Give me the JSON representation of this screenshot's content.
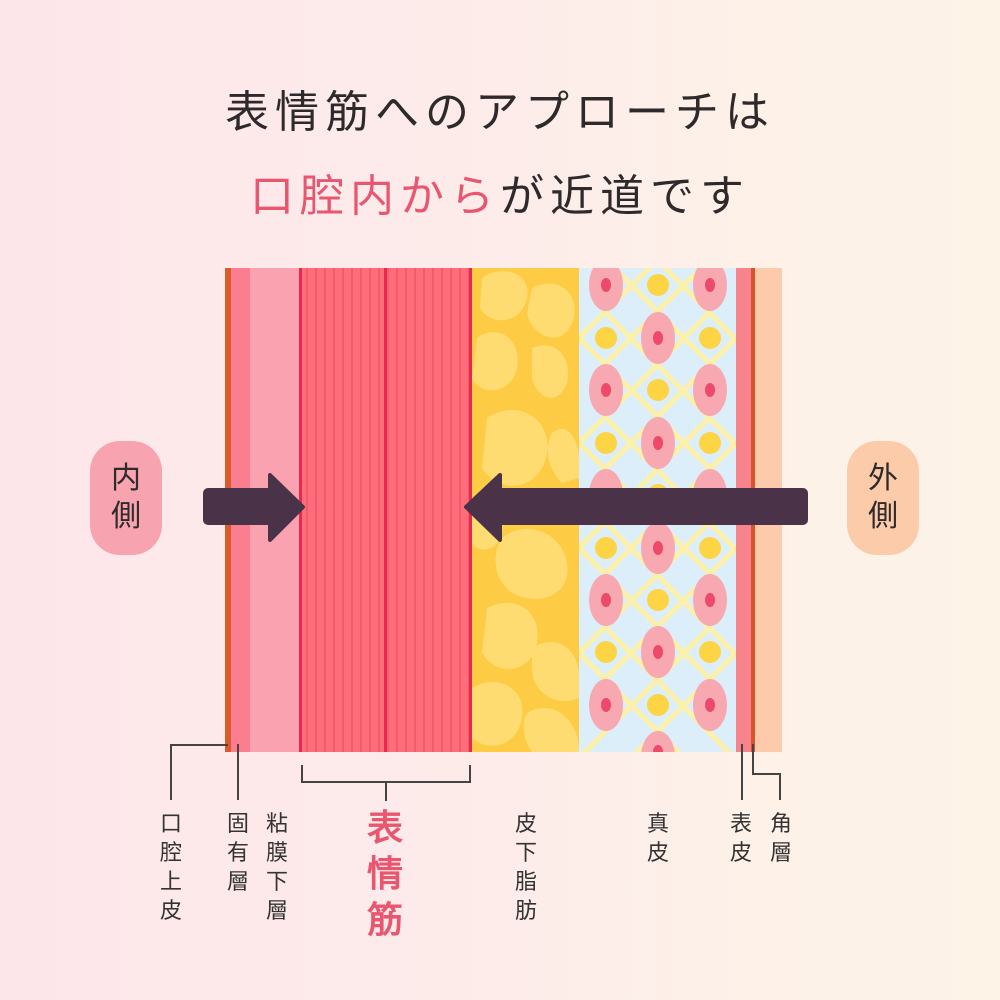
{
  "header": {
    "title_line1": "表情筋へのアプローチは",
    "title_line2_highlight": "口腔内から",
    "title_line2_rest": "が近道です"
  },
  "sides": {
    "inner": "内側",
    "outer": "外側"
  },
  "layers": [
    {
      "id": "oral-epithelium",
      "label": "口腔上皮",
      "color": "#d95a2b"
    },
    {
      "id": "lamina-propria",
      "label": "固有層",
      "color": "#fb7e90"
    },
    {
      "id": "submucosa",
      "label": "粘膜下層",
      "color": "#fba2b0"
    },
    {
      "id": "facial-muscle",
      "label": "表情筋",
      "color": "#ff6b7a",
      "highlight": true
    },
    {
      "id": "subcutaneous-fat",
      "label": "皮下脂肪",
      "color": "#fdcb44"
    },
    {
      "id": "dermis",
      "label": "真皮",
      "color": "#dbeefa"
    },
    {
      "id": "epidermis",
      "label": "表皮",
      "color": "#f7838d"
    },
    {
      "id": "stratum-corneum",
      "label": "角層",
      "color": "#fdcbab"
    }
  ],
  "colors": {
    "accent": "#e9566f",
    "arrow": "#4a3348",
    "text": "#2e2a2b"
  }
}
